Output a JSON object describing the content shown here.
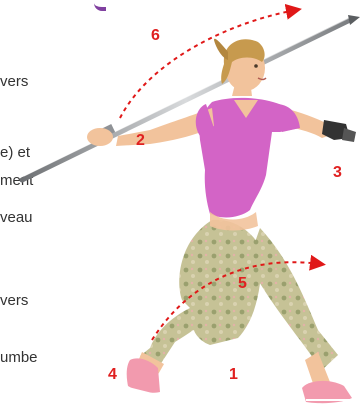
{
  "text_fragments": [
    {
      "id": "frag-1",
      "text": "vers"
    },
    {
      "id": "frag-2",
      "text": "e)  et"
    },
    {
      "id": "frag-3",
      "text": "ment"
    },
    {
      "id": "frag-4",
      "text": "veau"
    },
    {
      "id": "frag-5",
      "text": "vers"
    },
    {
      "id": "frag-6",
      "text": "umbe"
    }
  ],
  "step_numbers": {
    "n1": "1",
    "n2": "2",
    "n3": "3",
    "n4": "4",
    "n5": "5",
    "n6": "6"
  },
  "colors": {
    "step_number": "#e02020",
    "arrow": "#e01818",
    "shirt": "#d364c6",
    "pants": "#bcb88e",
    "skin": "#f2c39c",
    "hair": "#c79a4e",
    "shoe": "#f29aae",
    "javelin": "#9a9da0",
    "title_bar": "#8040a0"
  }
}
